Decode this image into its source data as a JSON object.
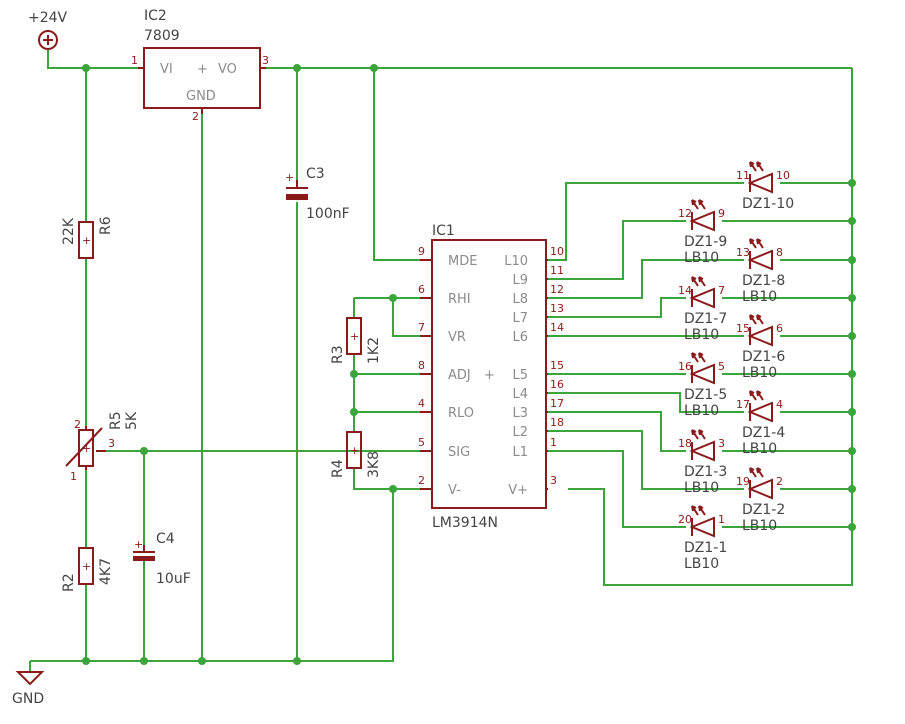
{
  "power": {
    "vcc_label": "+24V",
    "gnd_label": "GND"
  },
  "ic2": {
    "name": "IC2",
    "value": "7809",
    "pin_vi": "VI",
    "pin_plus": "+",
    "pin_vo": "VO",
    "pin_gnd": "GND",
    "pin1": "1",
    "pin2": "2",
    "pin3": "3"
  },
  "c3": {
    "name": "C3",
    "value": "100nF"
  },
  "c4": {
    "name": "C4",
    "value": "10uF"
  },
  "r6": {
    "name": "R6",
    "value": "22K"
  },
  "r5": {
    "name": "R5",
    "value": "5K",
    "pin1": "1",
    "pin2": "2",
    "pin3": "3"
  },
  "r2": {
    "name": "R2",
    "value": "4K7"
  },
  "r3": {
    "name": "R3",
    "value": "1K2"
  },
  "r4": {
    "name": "R4",
    "value": "3K8"
  },
  "ic1": {
    "name": "IC1",
    "part": "LM3914N",
    "plus": "+",
    "left_pins": [
      {
        "num": "9",
        "name": "MDE"
      },
      {
        "num": "6",
        "name": "RHI"
      },
      {
        "num": "7",
        "name": "VR"
      },
      {
        "num": "8",
        "name": "ADJ"
      },
      {
        "num": "4",
        "name": "RLO"
      },
      {
        "num": "5",
        "name": "SIG"
      },
      {
        "num": "2",
        "name": "V-"
      }
    ],
    "right_pins": [
      {
        "num": "10",
        "name": "L10"
      },
      {
        "num": "11",
        "name": "L9"
      },
      {
        "num": "12",
        "name": "L8"
      },
      {
        "num": "13",
        "name": "L7"
      },
      {
        "num": "14",
        "name": "L6"
      },
      {
        "num": "15",
        "name": "L5"
      },
      {
        "num": "16",
        "name": "L4"
      },
      {
        "num": "17",
        "name": "L3"
      },
      {
        "num": "18",
        "name": "L2"
      },
      {
        "num": "1",
        "name": "L1"
      },
      {
        "num": "3",
        "name": "V+"
      }
    ]
  },
  "leds": [
    {
      "name": "DZ1-10",
      "value": "",
      "pin_left": "11",
      "pin_right": "10"
    },
    {
      "name": "DZ1-9",
      "value": "LB10",
      "pin_left": "12",
      "pin_right": "9"
    },
    {
      "name": "DZ1-8",
      "value": "LB10",
      "pin_left": "13",
      "pin_right": "8"
    },
    {
      "name": "DZ1-7",
      "value": "LB10",
      "pin_left": "14",
      "pin_right": "7"
    },
    {
      "name": "DZ1-6",
      "value": "LB10",
      "pin_left": "15",
      "pin_right": "6"
    },
    {
      "name": "DZ1-5",
      "value": "LB10",
      "pin_left": "16",
      "pin_right": "5"
    },
    {
      "name": "DZ1-4",
      "value": "LB10",
      "pin_left": "17",
      "pin_right": "4"
    },
    {
      "name": "DZ1-3",
      "value": "LB10",
      "pin_left": "18",
      "pin_right": "3"
    },
    {
      "name": "DZ1-2",
      "value": "LB10",
      "pin_left": "19",
      "pin_right": "2"
    },
    {
      "name": "DZ1-1",
      "value": "LB10",
      "pin_left": "20",
      "pin_right": "1"
    }
  ],
  "colors": {
    "wire": "#3aa53a",
    "component": "#8b1a1a",
    "text": "#444444"
  }
}
